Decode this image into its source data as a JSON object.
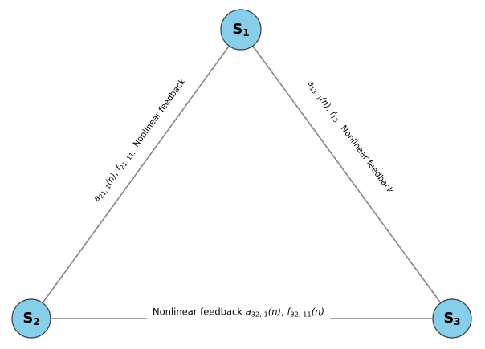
{
  "diagram": {
    "background": "#ffffff",
    "node_fill": "#87ceeb",
    "node_border": "#3b3b3b",
    "edge_color": "#848484",
    "text_color": "#000000",
    "nodes": [
      {
        "id": "s1",
        "base": "S",
        "sub": "1"
      },
      {
        "id": "s2",
        "base": "S",
        "sub": "2"
      },
      {
        "id": "s3",
        "base": "S",
        "sub": "3"
      }
    ],
    "edge_labels": {
      "s2_s1": {
        "math1_var": "a",
        "math1_sub": "21, 1",
        "math1_arg": "(n)",
        "sep": ", ",
        "math2_var": "f",
        "math2_sub": "21, 11,",
        "suffix": "  Nonlinear feedback"
      },
      "s1_s3": {
        "math1_var": "a",
        "math1_sub": "13, 1",
        "math1_arg": "(n)",
        "sep": ", ",
        "math2_var": "f",
        "math2_sub": "13,",
        "suffix": "  Nonlinear feedback"
      },
      "s2_s3": {
        "prefix": "Nonlinear feedback ",
        "math1_var": "a",
        "math1_sub": "32, 1",
        "math1_arg": "(n)",
        "sep": ", ",
        "math2_var": "f",
        "math2_sub": "32, 11",
        "math2_arg": "(n)"
      }
    }
  }
}
